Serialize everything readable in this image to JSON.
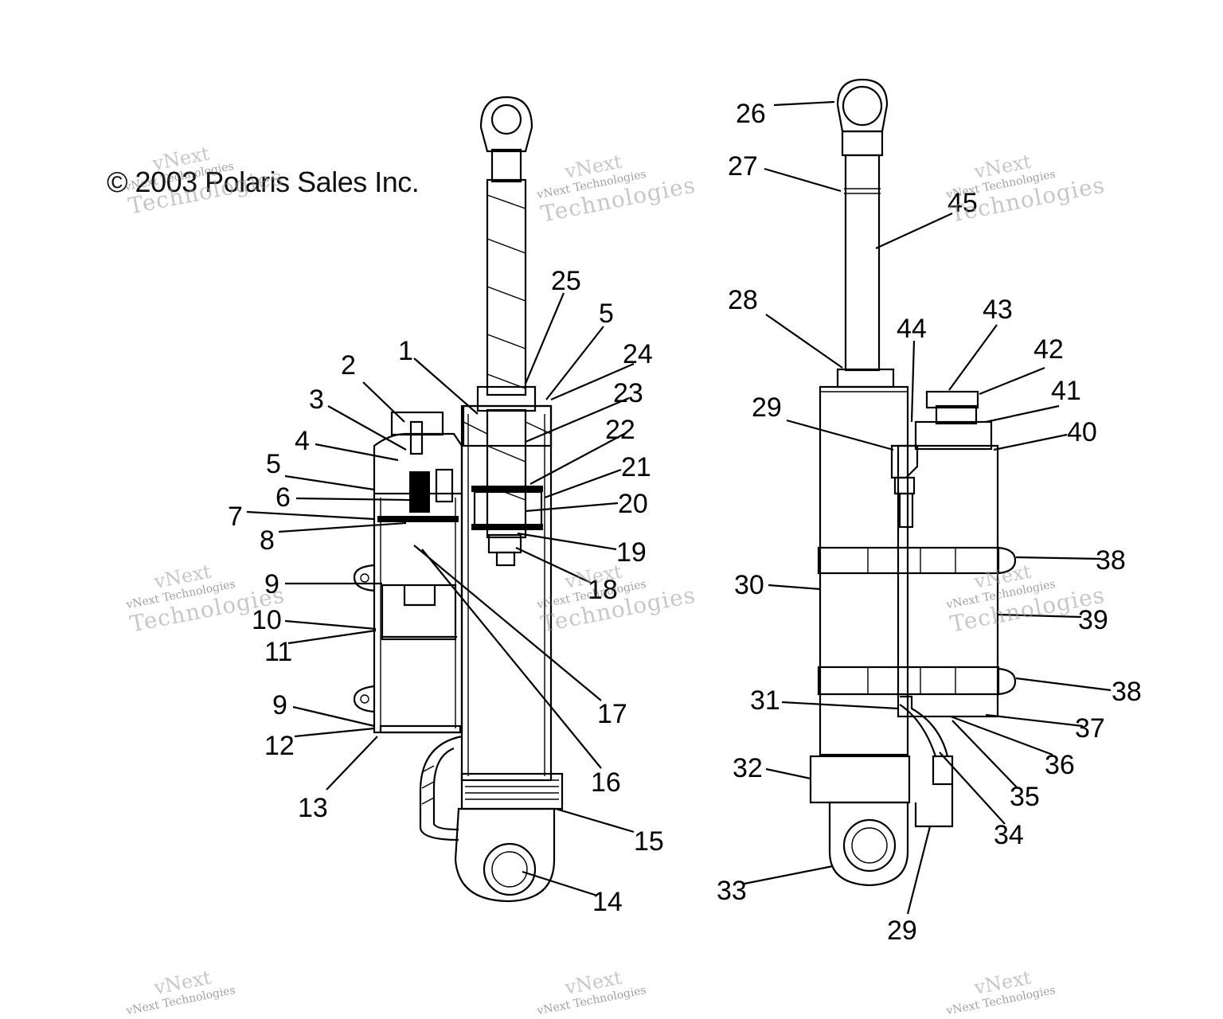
{
  "copyright": "© 2003 Polaris Sales Inc.",
  "watermark": {
    "line1": "vNext",
    "line2": "vNext Technologies",
    "line3": "Technologies"
  },
  "callouts": [
    {
      "id": "l1",
      "text": "1"
    },
    {
      "id": "l2",
      "text": "2"
    },
    {
      "id": "l3",
      "text": "3"
    },
    {
      "id": "l4",
      "text": "4"
    },
    {
      "id": "l5a",
      "text": "5"
    },
    {
      "id": "l5b",
      "text": "5"
    },
    {
      "id": "l6",
      "text": "6"
    },
    {
      "id": "l7",
      "text": "7"
    },
    {
      "id": "l8",
      "text": "8"
    },
    {
      "id": "l9a",
      "text": "9"
    },
    {
      "id": "l9b",
      "text": "9"
    },
    {
      "id": "l10",
      "text": "10"
    },
    {
      "id": "l11",
      "text": "11"
    },
    {
      "id": "l12",
      "text": "12"
    },
    {
      "id": "l13",
      "text": "13"
    },
    {
      "id": "l14",
      "text": "14"
    },
    {
      "id": "l15",
      "text": "15"
    },
    {
      "id": "l16",
      "text": "16"
    },
    {
      "id": "l17",
      "text": "17"
    },
    {
      "id": "l18",
      "text": "18"
    },
    {
      "id": "l19",
      "text": "19"
    },
    {
      "id": "l20",
      "text": "20"
    },
    {
      "id": "l21",
      "text": "21"
    },
    {
      "id": "l22",
      "text": "22"
    },
    {
      "id": "l23",
      "text": "23"
    },
    {
      "id": "l24",
      "text": "24"
    },
    {
      "id": "l25",
      "text": "25"
    },
    {
      "id": "l26",
      "text": "26"
    },
    {
      "id": "l27",
      "text": "27"
    },
    {
      "id": "l28",
      "text": "28"
    },
    {
      "id": "l29a",
      "text": "29"
    },
    {
      "id": "l29b",
      "text": "29"
    },
    {
      "id": "l30",
      "text": "30"
    },
    {
      "id": "l31",
      "text": "31"
    },
    {
      "id": "l32",
      "text": "32"
    },
    {
      "id": "l33",
      "text": "33"
    },
    {
      "id": "l34",
      "text": "34"
    },
    {
      "id": "l35",
      "text": "35"
    },
    {
      "id": "l36",
      "text": "36"
    },
    {
      "id": "l37",
      "text": "37"
    },
    {
      "id": "l38a",
      "text": "38"
    },
    {
      "id": "l38b",
      "text": "38"
    },
    {
      "id": "l39",
      "text": "39"
    },
    {
      "id": "l40",
      "text": "40"
    },
    {
      "id": "l41",
      "text": "41"
    },
    {
      "id": "l42",
      "text": "42"
    },
    {
      "id": "l43",
      "text": "43"
    },
    {
      "id": "l44",
      "text": "44"
    },
    {
      "id": "l45",
      "text": "45"
    }
  ]
}
